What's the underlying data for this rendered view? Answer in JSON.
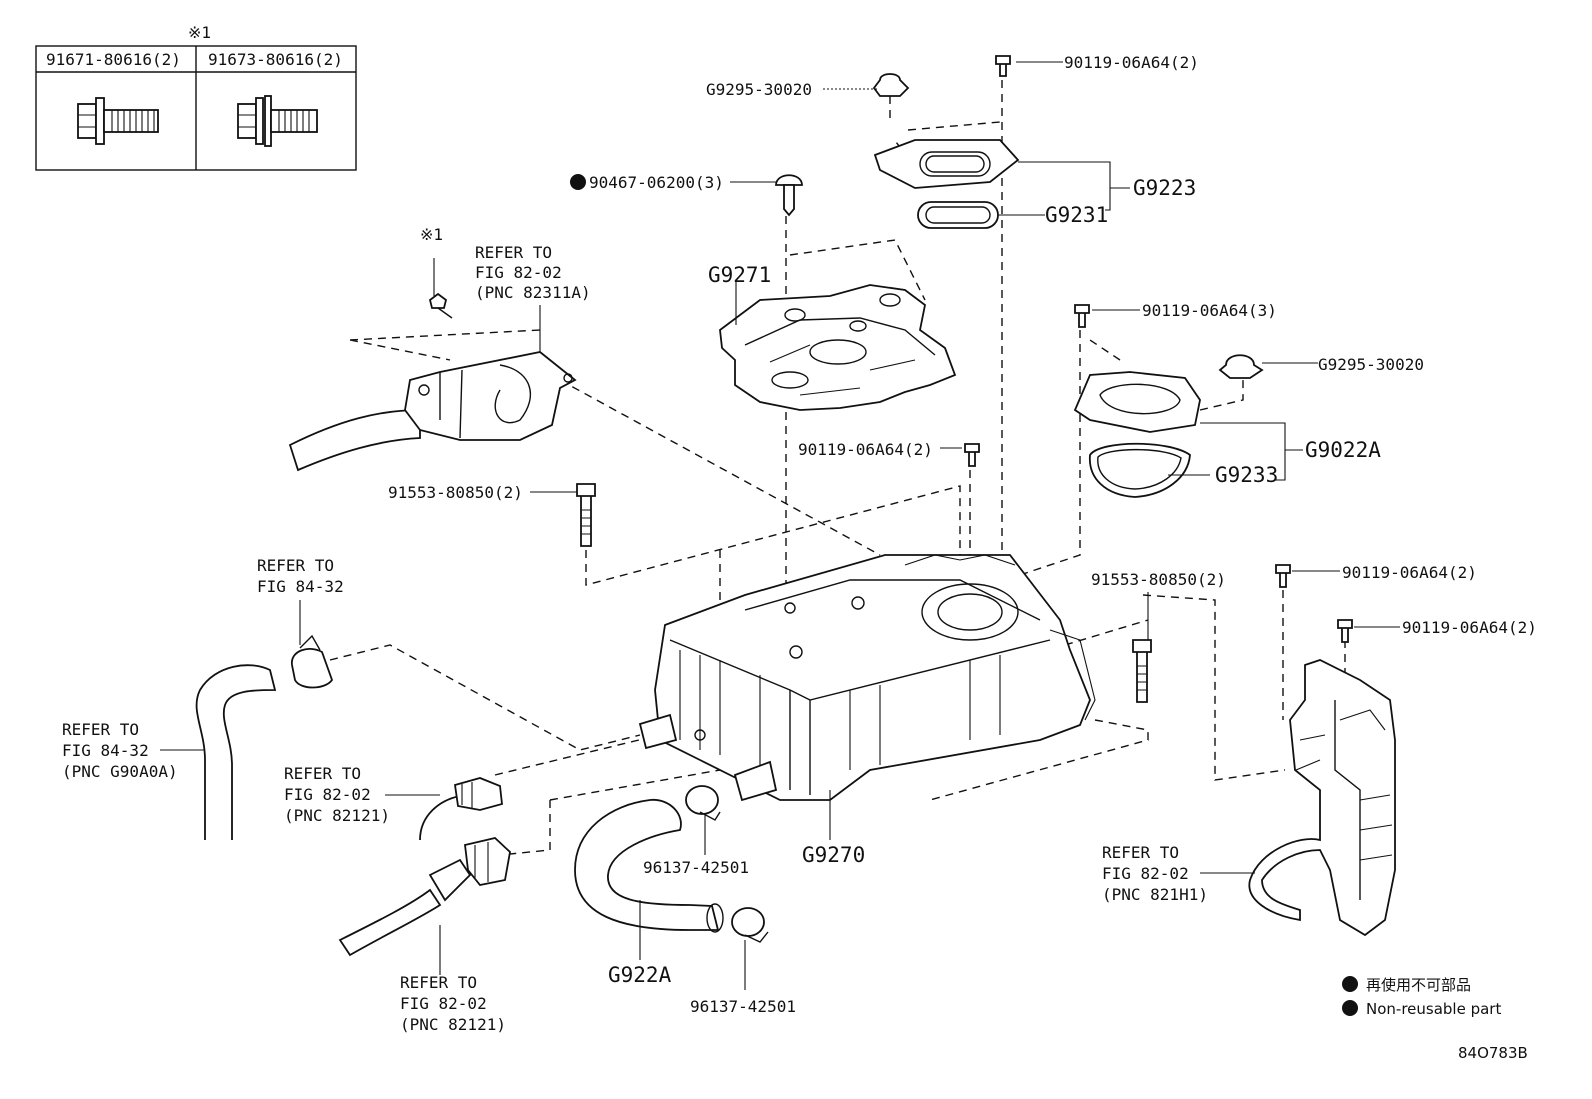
{
  "note_mark": "※1",
  "table": {
    "col1": "91671-80616(2)",
    "col2": "91673-80616(2)"
  },
  "parts": {
    "p1": "G9295-30020",
    "p2": "90119-06A64(2)",
    "p3": "90467-06200(3)",
    "p4": "G9223",
    "p5": "G9231",
    "p6": "G9271",
    "p7": "90119-06A64(3)",
    "p8": "G9295-30020",
    "p9": "G9022A",
    "p10": "G9233",
    "p11": "90119-06A64(2)",
    "p12": "91553-80850(2)",
    "p13": "91553-80850(2)",
    "p14": "90119-06A64(2)",
    "p15": "90119-06A64(2)",
    "p16": "96137-42501",
    "p17": "G9270",
    "p18": "G922A",
    "p19": "96137-42501"
  },
  "refs": {
    "r1": [
      "REFER TO",
      "FIG 82-02",
      "(PNC 82311A)"
    ],
    "r2": [
      "REFER TO",
      "FIG 84-32"
    ],
    "r3": [
      "REFER TO",
      "FIG 84-32",
      "(PNC G90A0A)"
    ],
    "r4": [
      "REFER TO",
      "FIG 82-02",
      "(PNC 82121)"
    ],
    "r5": [
      "REFER TO",
      "FIG 82-02",
      "(PNC 82121)"
    ],
    "r6": [
      "REFER TO",
      "FIG 82-02",
      "(PNC 821H1)"
    ]
  },
  "legend": {
    "line1": "再使用不可部品",
    "line2": "Non-reusable part"
  },
  "figure_code": "84O783B"
}
